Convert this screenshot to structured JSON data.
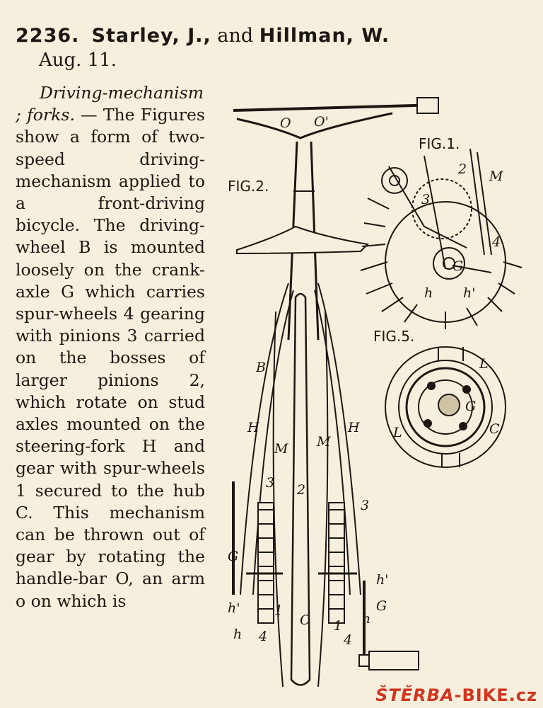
{
  "entry": {
    "number": "2236.",
    "author1": "Starley, J.,",
    "conjunction": "and",
    "author2": "Hillman, W.",
    "date": "Aug. 11."
  },
  "abstract": {
    "title": "Driving-mechanism ; forks.",
    "dash": "—",
    "text": "The Figures show a form of two-speed driving-mechanism applied to a front-driving bicycle. The driving-wheel B is mounted loosely on the crank-axle G which carries spur-wheels 4 gearing with pinions 3 carried on the bosses of larger pinions 2, which rotate on stud axles mounted on the steering-fork H and gear with spur-wheels 1 secured to the hub C. This mechanism can be thrown out of gear by rotating the handle-bar O, an arm o on which is"
  },
  "figures": {
    "fig1": "FIG.1.",
    "fig2": "FIG.2.",
    "fig5": "FIG.5.",
    "labels_fig2": [
      "O",
      "O'",
      "B",
      "H",
      "H",
      "M",
      "M",
      "2",
      "3",
      "3",
      "G",
      "G",
      "h'",
      "h'",
      "h",
      "h",
      "4",
      "4",
      "C",
      "1",
      "1"
    ],
    "labels_fig1": [
      "2",
      "M",
      "3",
      "4",
      "G",
      "h",
      "h'"
    ],
    "labels_fig5": [
      "L",
      "G",
      "L",
      "C"
    ]
  },
  "watermark": {
    "brand": "ŠTĚRBA",
    "suffix": "-BIKE.cz"
  },
  "colors": {
    "paper": "#f6efdd",
    "ink": "#1c1712",
    "watermark": "#d2351f"
  }
}
